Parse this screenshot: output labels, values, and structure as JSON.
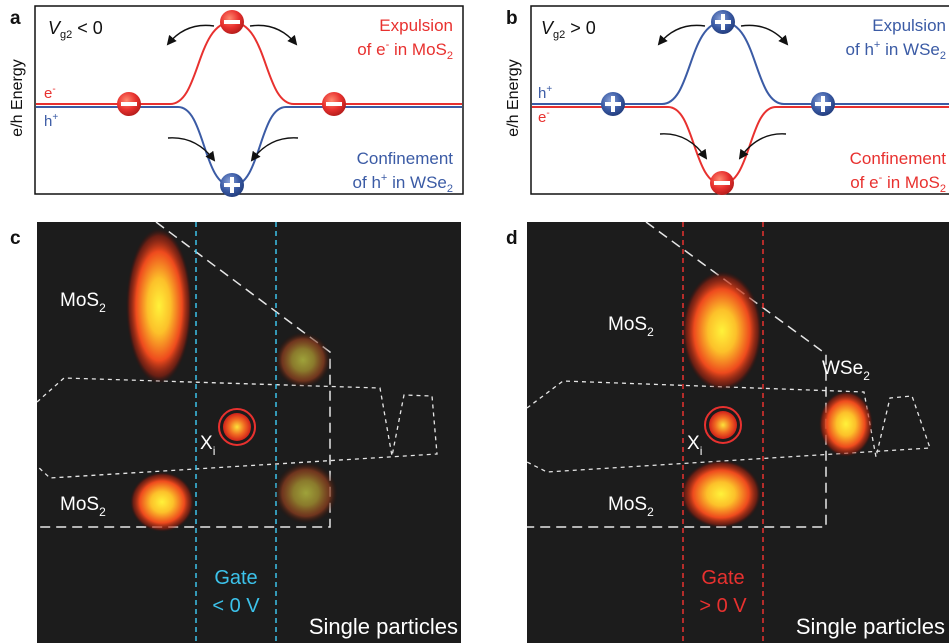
{
  "panels": {
    "a": {
      "letter": "a",
      "condition_var": "V",
      "condition_sub": "g2",
      "condition_rel": " < 0",
      "ylabel": "e/h Energy",
      "label_e": "e",
      "label_e_sup": "-",
      "label_h": "h",
      "label_h_sup": "+",
      "top_caption_line1": "Expulsion",
      "top_caption_line2_a": "of e",
      "top_caption_line2_sup": "-",
      "top_caption_line2_b": " in MoS",
      "top_caption_line2_sub": "2",
      "bottom_caption_line1": "Confinement",
      "bottom_caption_line2_a": "of h",
      "bottom_caption_line2_sup": "+",
      "bottom_caption_line2_b": " in WSe",
      "bottom_caption_line2_sub": "2"
    },
    "b": {
      "letter": "b",
      "condition_var": "V",
      "condition_sub": "g2",
      "condition_rel": " > 0",
      "ylabel": "e/h Energy",
      "label_h": "h",
      "label_h_sup": "+",
      "label_e": "e",
      "label_e_sup": "-",
      "top_caption_line1": "Expulsion",
      "top_caption_line2_a": "of h",
      "top_caption_line2_sup": "+",
      "top_caption_line2_b": " in WSe",
      "top_caption_line2_sub": "2",
      "bottom_caption_line1": "Confinement",
      "bottom_caption_line2_a": "of e",
      "bottom_caption_line2_sup": "-",
      "bottom_caption_line2_b": " in MoS",
      "bottom_caption_line2_sub": "2"
    },
    "c": {
      "letter": "c",
      "mos2_top_a": "MoS",
      "mos2_top_sub": "2",
      "mos2_bottom_a": "MoS",
      "mos2_bottom_sub": "2",
      "xi_a": "X",
      "xi_sub": "i",
      "gate_line1": "Gate",
      "gate_line2": "< 0 V",
      "footer": "Single particles"
    },
    "d": {
      "letter": "d",
      "mos2_top_a": "MoS",
      "mos2_top_sub": "2",
      "mos2_bottom_a": "MoS",
      "mos2_bottom_sub": "2",
      "wse2_a": "WSe",
      "wse2_sub": "2",
      "xi_a": "X",
      "xi_sub": "i",
      "gate_line1": "Gate",
      "gate_line2": "> 0 V",
      "footer": "Single particles"
    }
  },
  "colors": {
    "electron": "#e8312f",
    "hole": "#3b5ba5",
    "gate_c": "#3cc2ea",
    "gate_d": "#e8312f",
    "map_bg": "#1c1c1c"
  }
}
